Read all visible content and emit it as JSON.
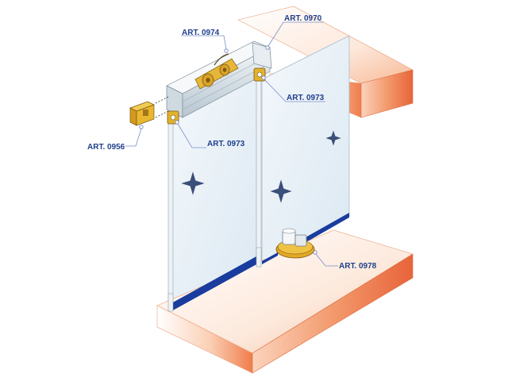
{
  "labels": {
    "art_0974": "ART. 0974",
    "art_0970": "ART. 0970",
    "art_0973_top": "ART. 0973",
    "art_0973_left": "ART. 0973",
    "art_0956": "ART. 0956",
    "art_0978": "ART. 0978"
  },
  "colors": {
    "slab_top": "#fbe4d4",
    "slab_side": "#f08556",
    "glass": "#e4eef6",
    "glass_edge": "#1a3c9e",
    "rail": "#d5dfe6",
    "hardware": "#e2b22c",
    "label_text": "#1f3f8c"
  }
}
